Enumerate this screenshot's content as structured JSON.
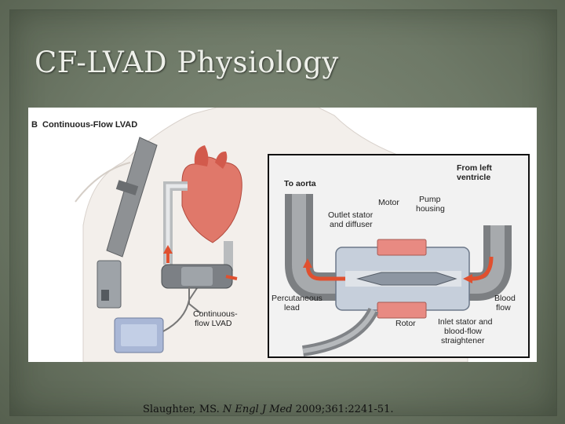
{
  "slide": {
    "title": "CF-LVAD Physiology",
    "citation": {
      "authors": "Slaughter, MS. ",
      "journal": "N Engl J Med",
      "details": " 2009;361:2241-51."
    }
  },
  "figure": {
    "panel_letter": "B",
    "panel_title": "Continuous-Flow LVAD",
    "labels": {
      "device": [
        "Continuous-",
        "flow LVAD"
      ],
      "to_aorta": "To aorta",
      "from_left_ventricle": [
        "From left",
        "ventricle"
      ],
      "motor": "Motor",
      "pump_housing": [
        "Pump",
        "housing"
      ],
      "outlet_stator": [
        "Outlet stator",
        "and diffuser"
      ],
      "percutaneous_lead": [
        "Percutaneous",
        "lead"
      ],
      "rotor": "Rotor",
      "inlet_stator": [
        "Inlet stator and",
        "blood-flow",
        "straightener"
      ],
      "blood_flow": [
        "Blood",
        "flow"
      ]
    },
    "colors": {
      "heart": "#e0786a",
      "motor": "#e88a82",
      "flow_arrow": "#e0502f",
      "inset_bg": "#f2f2f2",
      "slide_bg": "#6e7967",
      "title_text": "#eef0ea"
    }
  }
}
